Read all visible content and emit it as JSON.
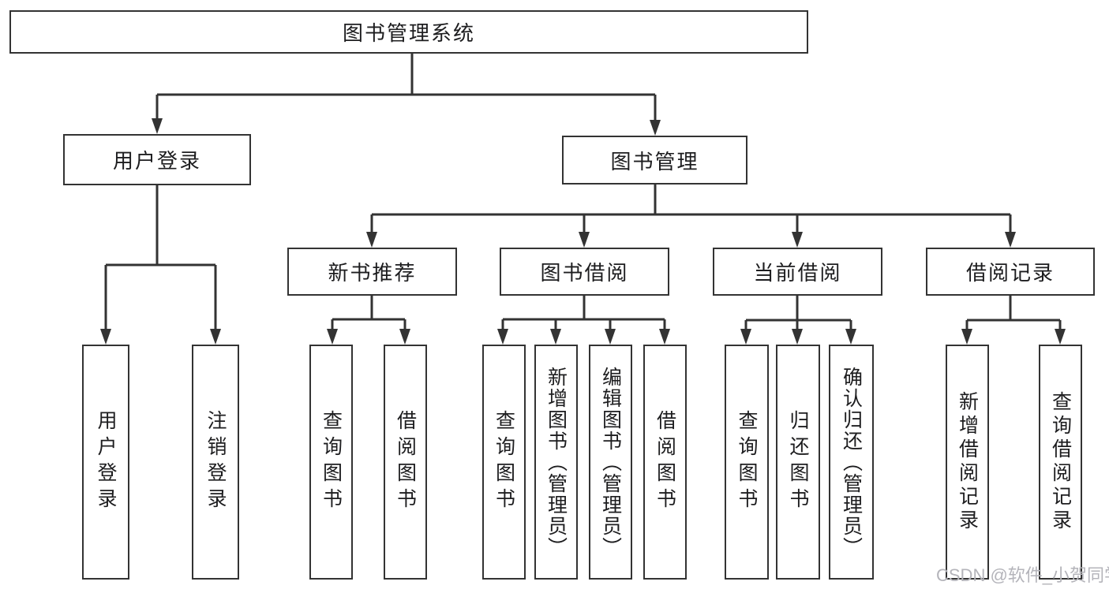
{
  "diagram": {
    "root": "图书管理系统",
    "nodes": {
      "user_login": "用户登录",
      "book_mgmt": "图书管理",
      "new_book_rec": "新书推荐",
      "book_borrow": "图书借阅",
      "current_borrow": "当前借阅",
      "borrow_records": "借阅记录"
    },
    "leaves": {
      "user_login": [
        "用户登录",
        "注销登录"
      ],
      "new_book_rec": [
        "查询图书",
        "借阅图书"
      ],
      "book_borrow": [
        "查询图书",
        "新增图书（管理员）",
        "编辑图书（管理员）",
        "借阅图书"
      ],
      "current_borrow": [
        "查询图书",
        "归还图书",
        "确认归还（管理员）"
      ],
      "borrow_records": [
        "新增借阅记录",
        "查询借阅记录"
      ]
    }
  },
  "watermark": {
    "text": "CSDN @软件_小贺同学"
  },
  "colors": {
    "line": "#333333",
    "box_border": "#333333",
    "box_fill": "#ffffff",
    "text": "#1d1d1f",
    "watermark": "#b4b4ba",
    "background": "#ffffff"
  }
}
